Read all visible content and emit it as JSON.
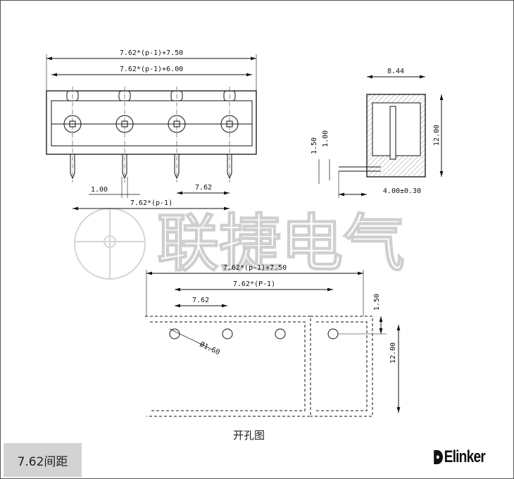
{
  "front_view": {
    "dim_overall": "7.62*(p-1)+7.50",
    "dim_inner": "7.62*(p-1)+6.00",
    "dim_pin_dia": "1.00",
    "dim_pitch": "7.62",
    "dim_pin_span": "7.62*(p-1)"
  },
  "side_view": {
    "dim_width": "8.44",
    "dim_height": "12.00",
    "dim_pin_len": "4.00±0.30",
    "dim_a": "1.50",
    "dim_b": "1.00"
  },
  "watermark": {
    "text": "联捷电气"
  },
  "hole_pattern": {
    "dim_overall": "7.62*(p-1)+7.50",
    "dim_span": "7.62*(P-1)",
    "dim_pitch": "7.62",
    "dim_offset": "1.50",
    "dim_height": "12.00",
    "dim_hole": "Ø1.60",
    "caption": "开孔图"
  },
  "pitch_label": "7.62间距",
  "brand": {
    "name": "Elinker"
  }
}
